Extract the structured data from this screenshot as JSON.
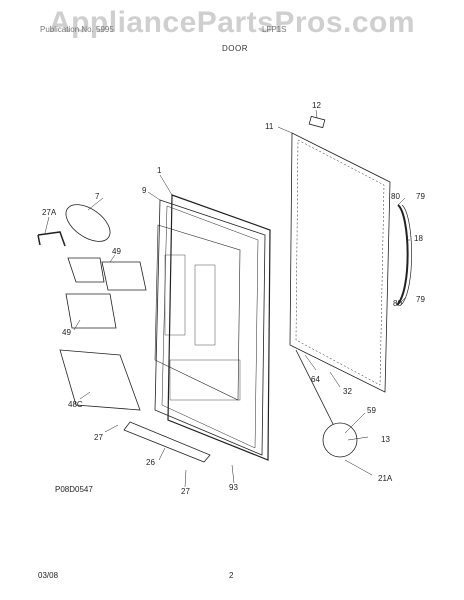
{
  "watermark": "AppliancePartsPros.com",
  "header": {
    "left_text": "Publication No. 5995",
    "right_text": "LFP1S",
    "title": "DOOR"
  },
  "diagram_code": "P08D0547",
  "footer": {
    "date": "03/08",
    "page": "2"
  },
  "callouts": {
    "c12": "12",
    "c11": "11",
    "c1": "1",
    "c9": "9",
    "c7": "7",
    "c27A": "27A",
    "c49a": "49",
    "c49b": "49",
    "c48C": "48C",
    "c80a": "80",
    "c79a": "79",
    "c18": "18",
    "c80b": "80",
    "c79b": "79",
    "c64": "64",
    "c32": "32",
    "c59": "59",
    "c13": "13",
    "c21A": "21A",
    "c27a": "27",
    "c26": "26",
    "c27b": "27",
    "c93": "93"
  }
}
